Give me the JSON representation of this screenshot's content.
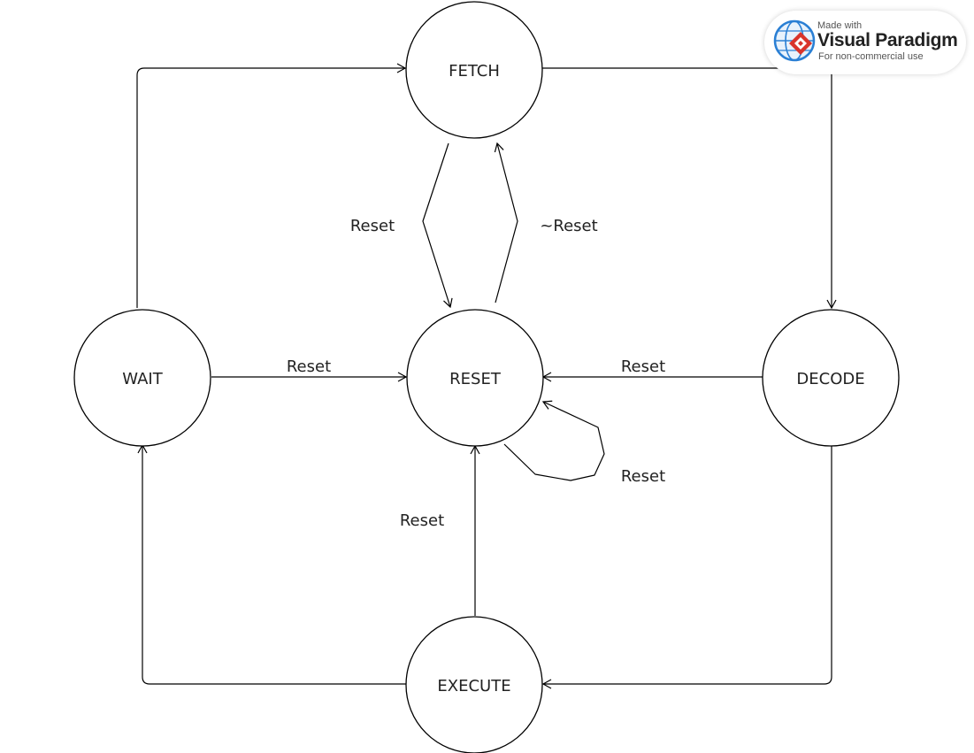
{
  "states": {
    "fetch": "FETCH",
    "reset": "RESET",
    "wait": "WAIT",
    "decode": "DECODE",
    "execute": "EXECUTE"
  },
  "transitions": {
    "fetch_to_reset": "Reset",
    "reset_to_fetch": "~Reset",
    "wait_to_reset": "Reset",
    "decode_to_reset": "Reset",
    "reset_self": "Reset",
    "execute_to_reset": "Reset"
  },
  "watermark": {
    "made_with": "Made with",
    "brand": "Visual Paradigm",
    "tagline": "For non-commercial use",
    "logo_icon": "visual-paradigm-logo",
    "colors": {
      "globe_blue": "#2a7fd4",
      "diamond_red": "#d9342b"
    }
  }
}
